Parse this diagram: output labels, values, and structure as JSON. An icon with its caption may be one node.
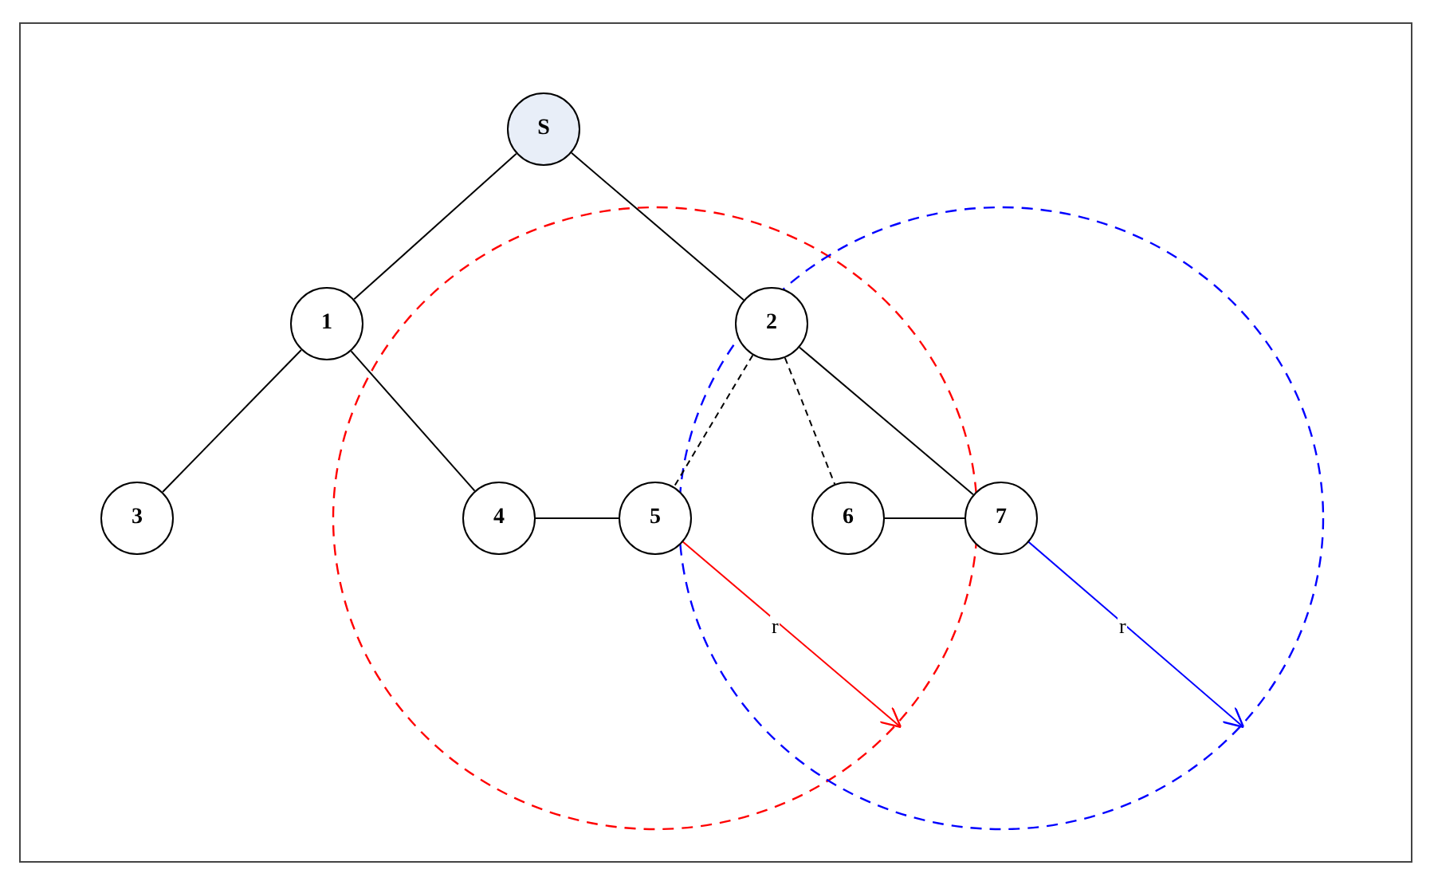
{
  "diagram": {
    "nodes": [
      {
        "text": [
          "S"
        ]
      },
      {
        "text": [
          "1"
        ]
      },
      {
        "text": [
          "2"
        ]
      },
      {
        "text": [
          "3"
        ]
      },
      {
        "text": [
          "4"
        ]
      },
      {
        "text": [
          "5"
        ]
      },
      {
        "text": [
          "6"
        ]
      },
      {
        "text": [
          "7"
        ]
      }
    ],
    "edges": [
      {
        "from": 0,
        "to": 1,
        "arrow": "none"
      },
      {
        "from": 0,
        "to": 2,
        "arrow": "none"
      },
      {
        "from": 1,
        "to": 3,
        "arrow": "none"
      },
      {
        "from": 1,
        "to": 4,
        "arrow": "none"
      },
      {
        "from": 4,
        "to": 5,
        "arrow": "none"
      },
      {
        "from": 2,
        "to": 5,
        "arrow": "none",
        "style": "dashed"
      },
      {
        "from": 2,
        "to": 6,
        "arrow": "none",
        "style": "dashed"
      },
      {
        "from": 2,
        "to": 7,
        "arrow": "none"
      },
      {
        "from": 6,
        "to": 7,
        "arrow": "none"
      }
    ],
    "labels": [
      "r",
      "r"
    ]
  }
}
